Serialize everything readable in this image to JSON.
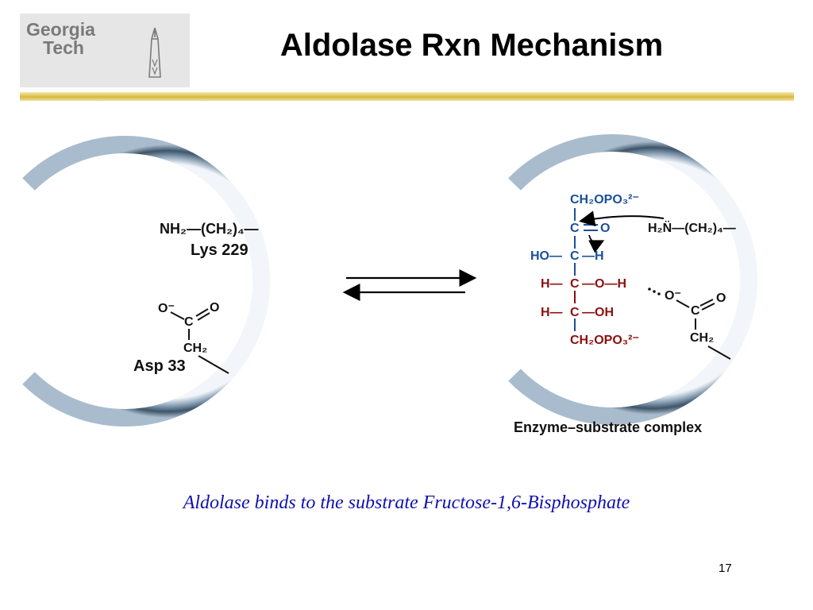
{
  "slide": {
    "title": "Aldolase Rxn Mechanism",
    "page_number": "17",
    "caption": "Aldolase binds to the substrate Fructose-1,6-Bisphosphate"
  },
  "logo": {
    "line1": "Georgia",
    "line2": "Tech"
  },
  "left_enzyme": {
    "lys_group": "NH₂—(CH₂)₄—",
    "lys_label": "Lys 229",
    "carboxylate_o_minus": "O⁻",
    "carboxylate_c": "C",
    "carboxylate_o": "O",
    "ch2": "CH₂",
    "asp_label": "Asp 33"
  },
  "right_complex": {
    "substrate_top": "CH₂OPO₃²⁻",
    "c2": "C",
    "o2": "O",
    "c3_left": "HO—",
    "c3": "C",
    "c3_right": "—H",
    "c4_left": "H—",
    "c4": "C",
    "c4_right": "—O—H",
    "c5_left": "H—",
    "c5": "C",
    "c5_right": "—OH",
    "substrate_bottom": "CH₂OPO₃²⁻",
    "lys_group": "H₂N̈—(CH₂)₄—",
    "asp_o_minus": "O⁻",
    "asp_c": "C",
    "asp_o": "O",
    "asp_ch2": "CH₂",
    "complex_label": "Enzyme–substrate complex"
  },
  "colors": {
    "accent_rule": "#d9b842",
    "caption": "#1010b0",
    "substrate_blue": "#1a4f9a",
    "substrate_red": "#8b1010",
    "enzyme_ring": "#3e5468"
  }
}
